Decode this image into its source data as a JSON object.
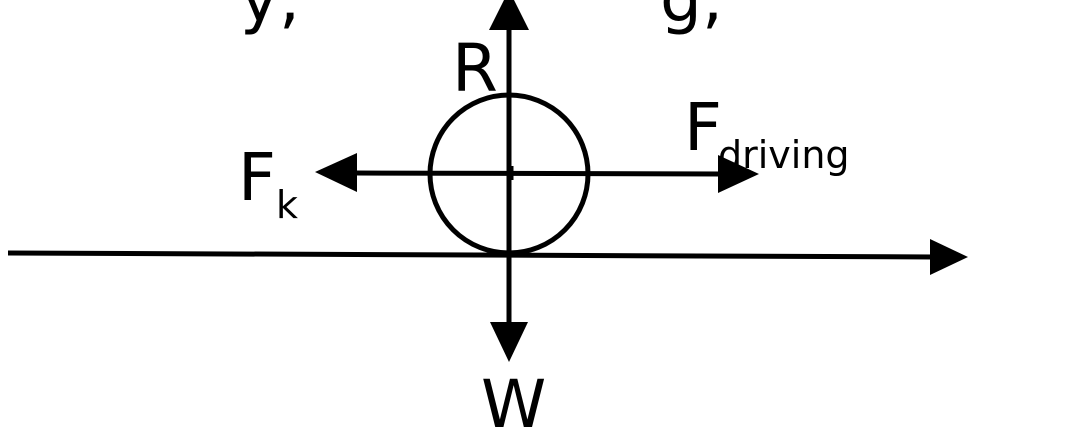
{
  "cropped_text": {
    "left": "y,",
    "right": "g,"
  },
  "labels": {
    "reaction": "R",
    "weight": "W",
    "friction_main": "F",
    "friction_sub": "k",
    "driving_main": "F",
    "driving_sub": "driving"
  },
  "colors": {
    "ink": "#000000",
    "background": "#ffffff"
  }
}
